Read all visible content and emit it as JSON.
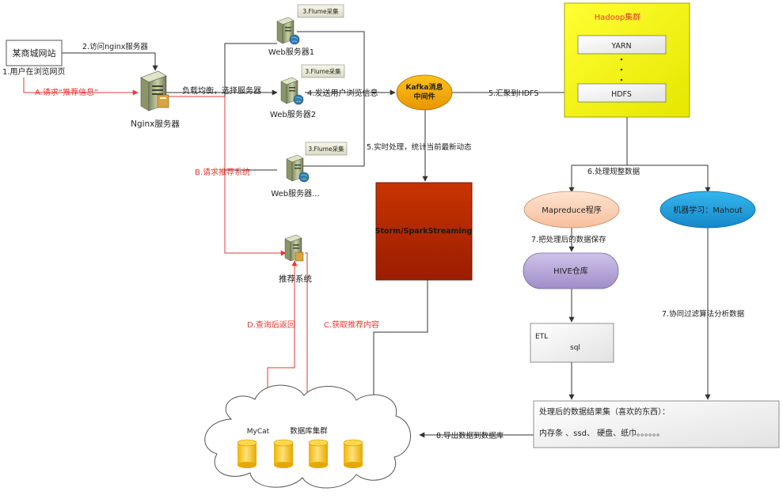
{
  "nodes": {
    "mall_site": "某商城网站",
    "nginx": "Nginx服务器",
    "web1": "Web服务器1",
    "web2": "Web服务器2",
    "web3": "Web服务器...",
    "flume1": "3.Flume采集",
    "flume2": "3.Flume采集",
    "flume3": "3.Flume采集",
    "kafka_line1": "Kafka消息",
    "kafka_line2": "中间件",
    "storm": "Storm/SparkStreaming",
    "hadoop_title": "Hadoop集群",
    "yarn": "YARN",
    "hdfs": "HDFS",
    "mapreduce": "Mapreduce程序",
    "mahout": "机器学习：Mahout",
    "hive": "HIVE仓库",
    "etl": "ETL",
    "sql": "sql",
    "results_line1": "处理后的数据结果集（喜欢的东西）：",
    "results_line2": "内存条 、ssd、 硬盘、纸巾。。。。。。",
    "recommend": "推荐系统",
    "mycat": "MyCat",
    "db_cluster": "数据库集群"
  },
  "labels": {
    "user_browse": "1.用户在浏览网页",
    "visit_nginx": "2.访问nginx服务器",
    "load_balance": "负载均衡，选择服务器",
    "send_info": "4.发送用户浏览信息",
    "to_hdfs": "5.汇聚到HDFS",
    "realtime": "5.实时处理，统计当前最新动态",
    "process_data": "6.处理规整数据",
    "save_result": "7.把处理后的数据保存",
    "collab_filter": "7.协同过滤算法分析数据",
    "export_db": "8.导出数据到数据库",
    "req_rec_info": "A.请求“推荐信息”",
    "req_rec_sys": "B.请求推荐系统",
    "get_rec": "C.获取推荐内容",
    "query_return": "D.查询后返回"
  },
  "colors": {
    "red_flow": "#e53935",
    "kafka_fill": "#f0a500",
    "storm_fill": "#b12a00",
    "hadoop_fill": "#ffff33",
    "mapreduce_fill": "#fbd3b8",
    "mahout_fill": "#1e9fdc",
    "hive_fill": "#b6a6d8",
    "db_fill": "#ffd23f"
  }
}
